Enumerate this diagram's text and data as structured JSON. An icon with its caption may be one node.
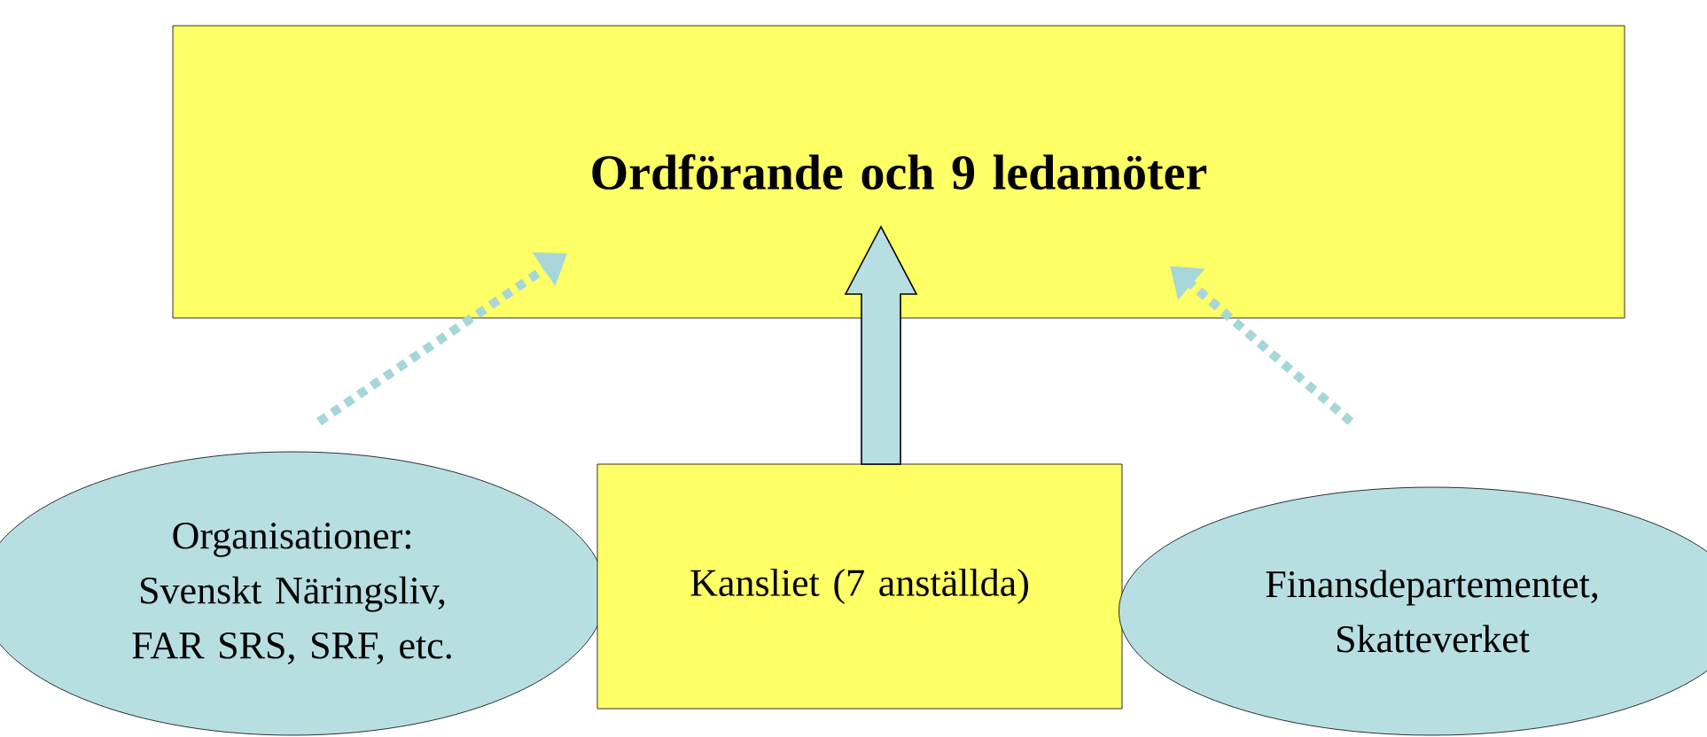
{
  "diagram": {
    "nodes": [
      {
        "text": [
          "Ordförande och 9 ledamöter"
        ]
      },
      {
        "text": [
          "Organisationer: Svenskt Näringsliv, FAR SRS, SRF, etc."
        ]
      },
      {
        "text": [
          "Kansliet (7 anställda)"
        ]
      },
      {
        "text": [
          "Finansdepartementet, Skatteverket"
        ]
      }
    ],
    "edges": [
      {
        "from": 1,
        "to": 0,
        "arrow": "to",
        "style": "dashed"
      },
      {
        "from": 2,
        "to": 0,
        "arrow": "to",
        "style": "thick"
      },
      {
        "from": 3,
        "to": 0,
        "arrow": "to",
        "style": "dashed"
      }
    ]
  }
}
